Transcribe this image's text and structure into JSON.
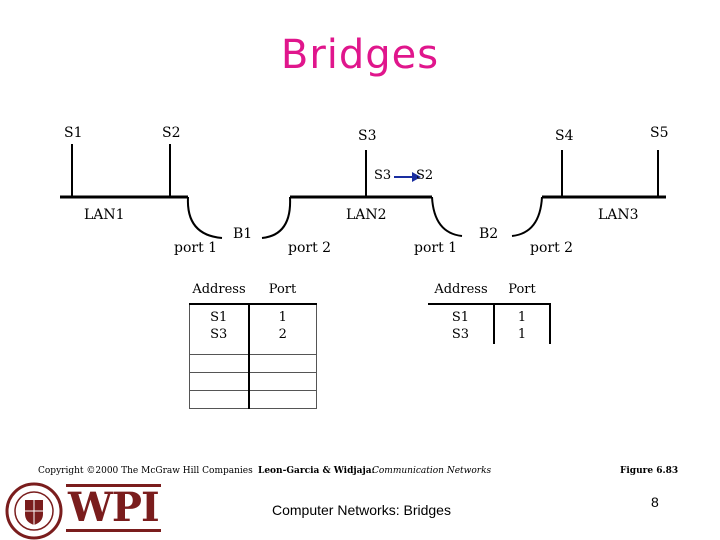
{
  "title": "Bridges",
  "colors": {
    "title": "#e0168c",
    "line": "#000000"
  },
  "stations": {
    "s1": "S1",
    "s2": "S2",
    "s3": "S3",
    "s4": "S4",
    "s5": "S5"
  },
  "frame": {
    "from": "S3",
    "to": "S2"
  },
  "lans": {
    "lan1": "LAN1",
    "lan2": "LAN2",
    "lan3": "LAN3"
  },
  "bridges": {
    "b1": {
      "label": "B1",
      "port1": "port 1",
      "port2": "port 2"
    },
    "b2": {
      "label": "B2",
      "port1": "port 1",
      "port2": "port 2"
    }
  },
  "tables": {
    "b1": {
      "headers": [
        "Address",
        "Port"
      ],
      "addresses": "S1\nS3",
      "ports": "1\n2"
    },
    "b2": {
      "headers": [
        "Address",
        "Port"
      ],
      "addresses": "S1\nS3",
      "ports": "1\n1"
    }
  },
  "footer": {
    "copyright": "Copyright ©2000 The McGraw Hill Companies",
    "authors": "Leon-Garcia & Widjaja:",
    "book": "Communication Networks",
    "figure": "Figure 6.83",
    "course": "Computer Networks: Bridges",
    "page": "8",
    "logo_text": "WPI",
    "logo_icon": "wpi-seal-icon"
  }
}
